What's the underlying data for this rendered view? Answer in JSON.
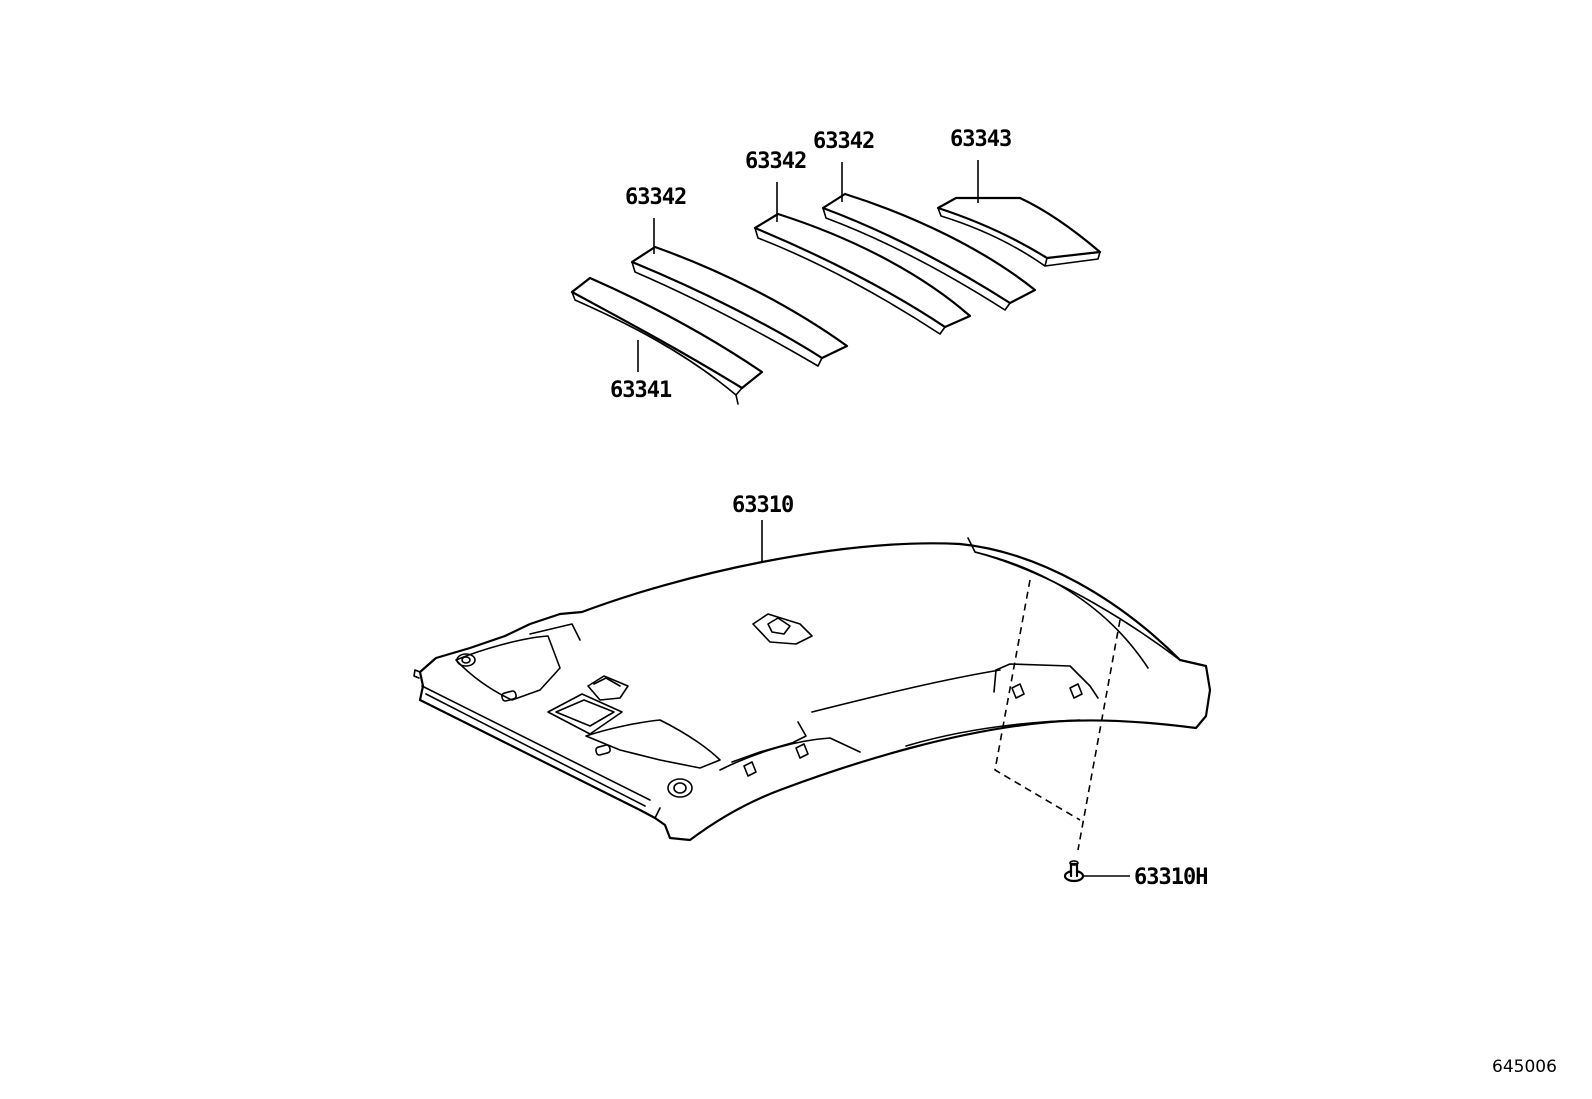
{
  "callouts": {
    "front_pad": "63341",
    "pad_left": "63342",
    "pad_middle": "63342",
    "pad_right": "63342",
    "rear_pad": "63343",
    "headliner": "63310",
    "clip": "63310H"
  },
  "catalog_number": "645006"
}
